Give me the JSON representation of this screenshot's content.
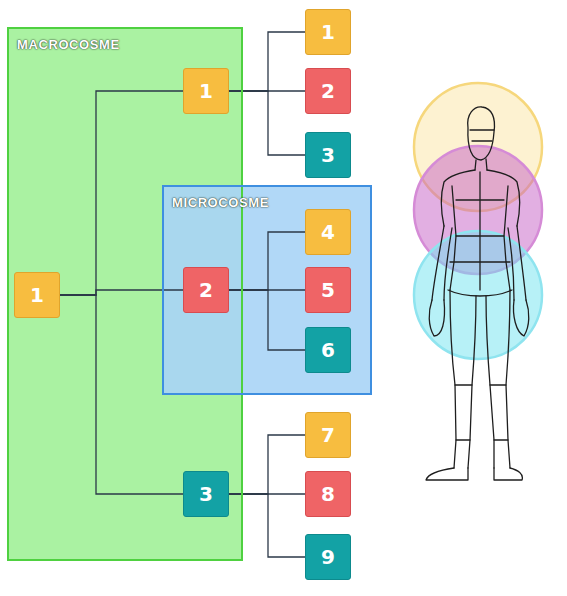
{
  "diagram": {
    "nodes": [
      {
        "text": [
          "MACROCOSME"
        ]
      },
      {
        "text": [
          "1"
        ],
        "in": 0
      },
      {
        "text": [
          "1"
        ],
        "in": 0
      },
      {
        "text": [
          "1"
        ]
      },
      {
        "text": [
          "2"
        ]
      },
      {
        "text": [
          "3"
        ]
      },
      {
        "text": [
          "MICROCOSME"
        ]
      },
      {
        "text": [
          "2"
        ],
        "in": 6
      },
      {
        "text": [
          "4"
        ],
        "in": 6
      },
      {
        "text": [
          "5"
        ],
        "in": 6
      },
      {
        "text": [
          "6"
        ],
        "in": 6
      },
      {
        "text": [
          "3"
        ],
        "in": 0
      },
      {
        "text": [
          "7"
        ]
      },
      {
        "text": [
          "8"
        ]
      },
      {
        "text": [
          "9"
        ]
      }
    ],
    "edges": [
      {
        "from": 1,
        "to": 2,
        "arrow": "none"
      },
      {
        "from": 1,
        "to": 7,
        "arrow": "none"
      },
      {
        "from": 1,
        "to": 11,
        "arrow": "none"
      },
      {
        "from": 2,
        "to": 3,
        "arrow": "none"
      },
      {
        "from": 2,
        "to": 4,
        "arrow": "none"
      },
      {
        "from": 2,
        "to": 5,
        "arrow": "none"
      },
      {
        "from": 7,
        "to": 8,
        "arrow": "none"
      },
      {
        "from": 7,
        "to": 9,
        "arrow": "none"
      },
      {
        "from": 7,
        "to": 10,
        "arrow": "none"
      },
      {
        "from": 11,
        "to": 12,
        "arrow": "none"
      },
      {
        "from": 11,
        "to": 13,
        "arrow": "none"
      },
      {
        "from": 11,
        "to": 14,
        "arrow": "none"
      }
    ]
  }
}
